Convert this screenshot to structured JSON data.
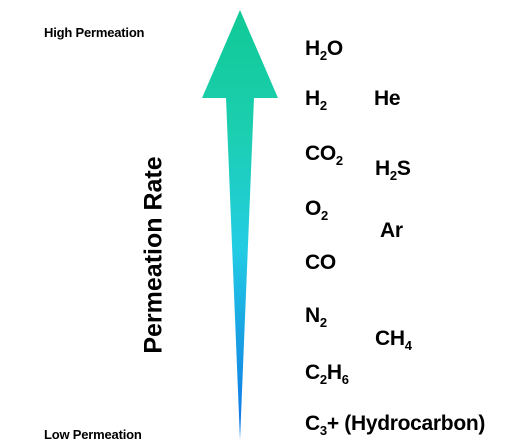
{
  "labels": {
    "high": "High Permeation",
    "low": "Low Permeation",
    "axis_title": "Permeation Rate"
  },
  "colors": {
    "arrow_top": "#10c995",
    "arrow_mid": "#22cde3",
    "arrow_bottom": "#0e72e6"
  },
  "gases": [
    {
      "id": "h2o",
      "parts": [
        {
          "t": "H",
          "sub": false
        },
        {
          "t": "2",
          "sub": true
        },
        {
          "t": "O",
          "sub": false
        }
      ]
    },
    {
      "id": "h2",
      "parts": [
        {
          "t": "H",
          "sub": false
        },
        {
          "t": "2",
          "sub": true
        }
      ]
    },
    {
      "id": "he",
      "parts": [
        {
          "t": "He",
          "sub": false
        }
      ]
    },
    {
      "id": "co2",
      "parts": [
        {
          "t": "CO",
          "sub": false
        },
        {
          "t": "2",
          "sub": true
        }
      ]
    },
    {
      "id": "h2s",
      "parts": [
        {
          "t": "H",
          "sub": false
        },
        {
          "t": "2",
          "sub": true
        },
        {
          "t": "S",
          "sub": false
        }
      ]
    },
    {
      "id": "o2",
      "parts": [
        {
          "t": "O",
          "sub": false
        },
        {
          "t": "2",
          "sub": true
        }
      ]
    },
    {
      "id": "ar",
      "parts": [
        {
          "t": "Ar",
          "sub": false
        }
      ]
    },
    {
      "id": "co",
      "parts": [
        {
          "t": "CO",
          "sub": false
        }
      ]
    },
    {
      "id": "n2",
      "parts": [
        {
          "t": "N",
          "sub": false
        },
        {
          "t": "2",
          "sub": true
        }
      ]
    },
    {
      "id": "ch4",
      "parts": [
        {
          "t": "CH",
          "sub": false
        },
        {
          "t": "4",
          "sub": true
        }
      ]
    },
    {
      "id": "c2h6",
      "parts": [
        {
          "t": "C",
          "sub": false
        },
        {
          "t": "2",
          "sub": true
        },
        {
          "t": "H",
          "sub": false
        },
        {
          "t": "6",
          "sub": true
        }
      ]
    },
    {
      "id": "c3",
      "parts": [
        {
          "t": "C",
          "sub": false
        },
        {
          "t": "3",
          "sub": true
        },
        {
          "t": "+  (Hydrocarbon)",
          "sub": false
        }
      ]
    }
  ]
}
